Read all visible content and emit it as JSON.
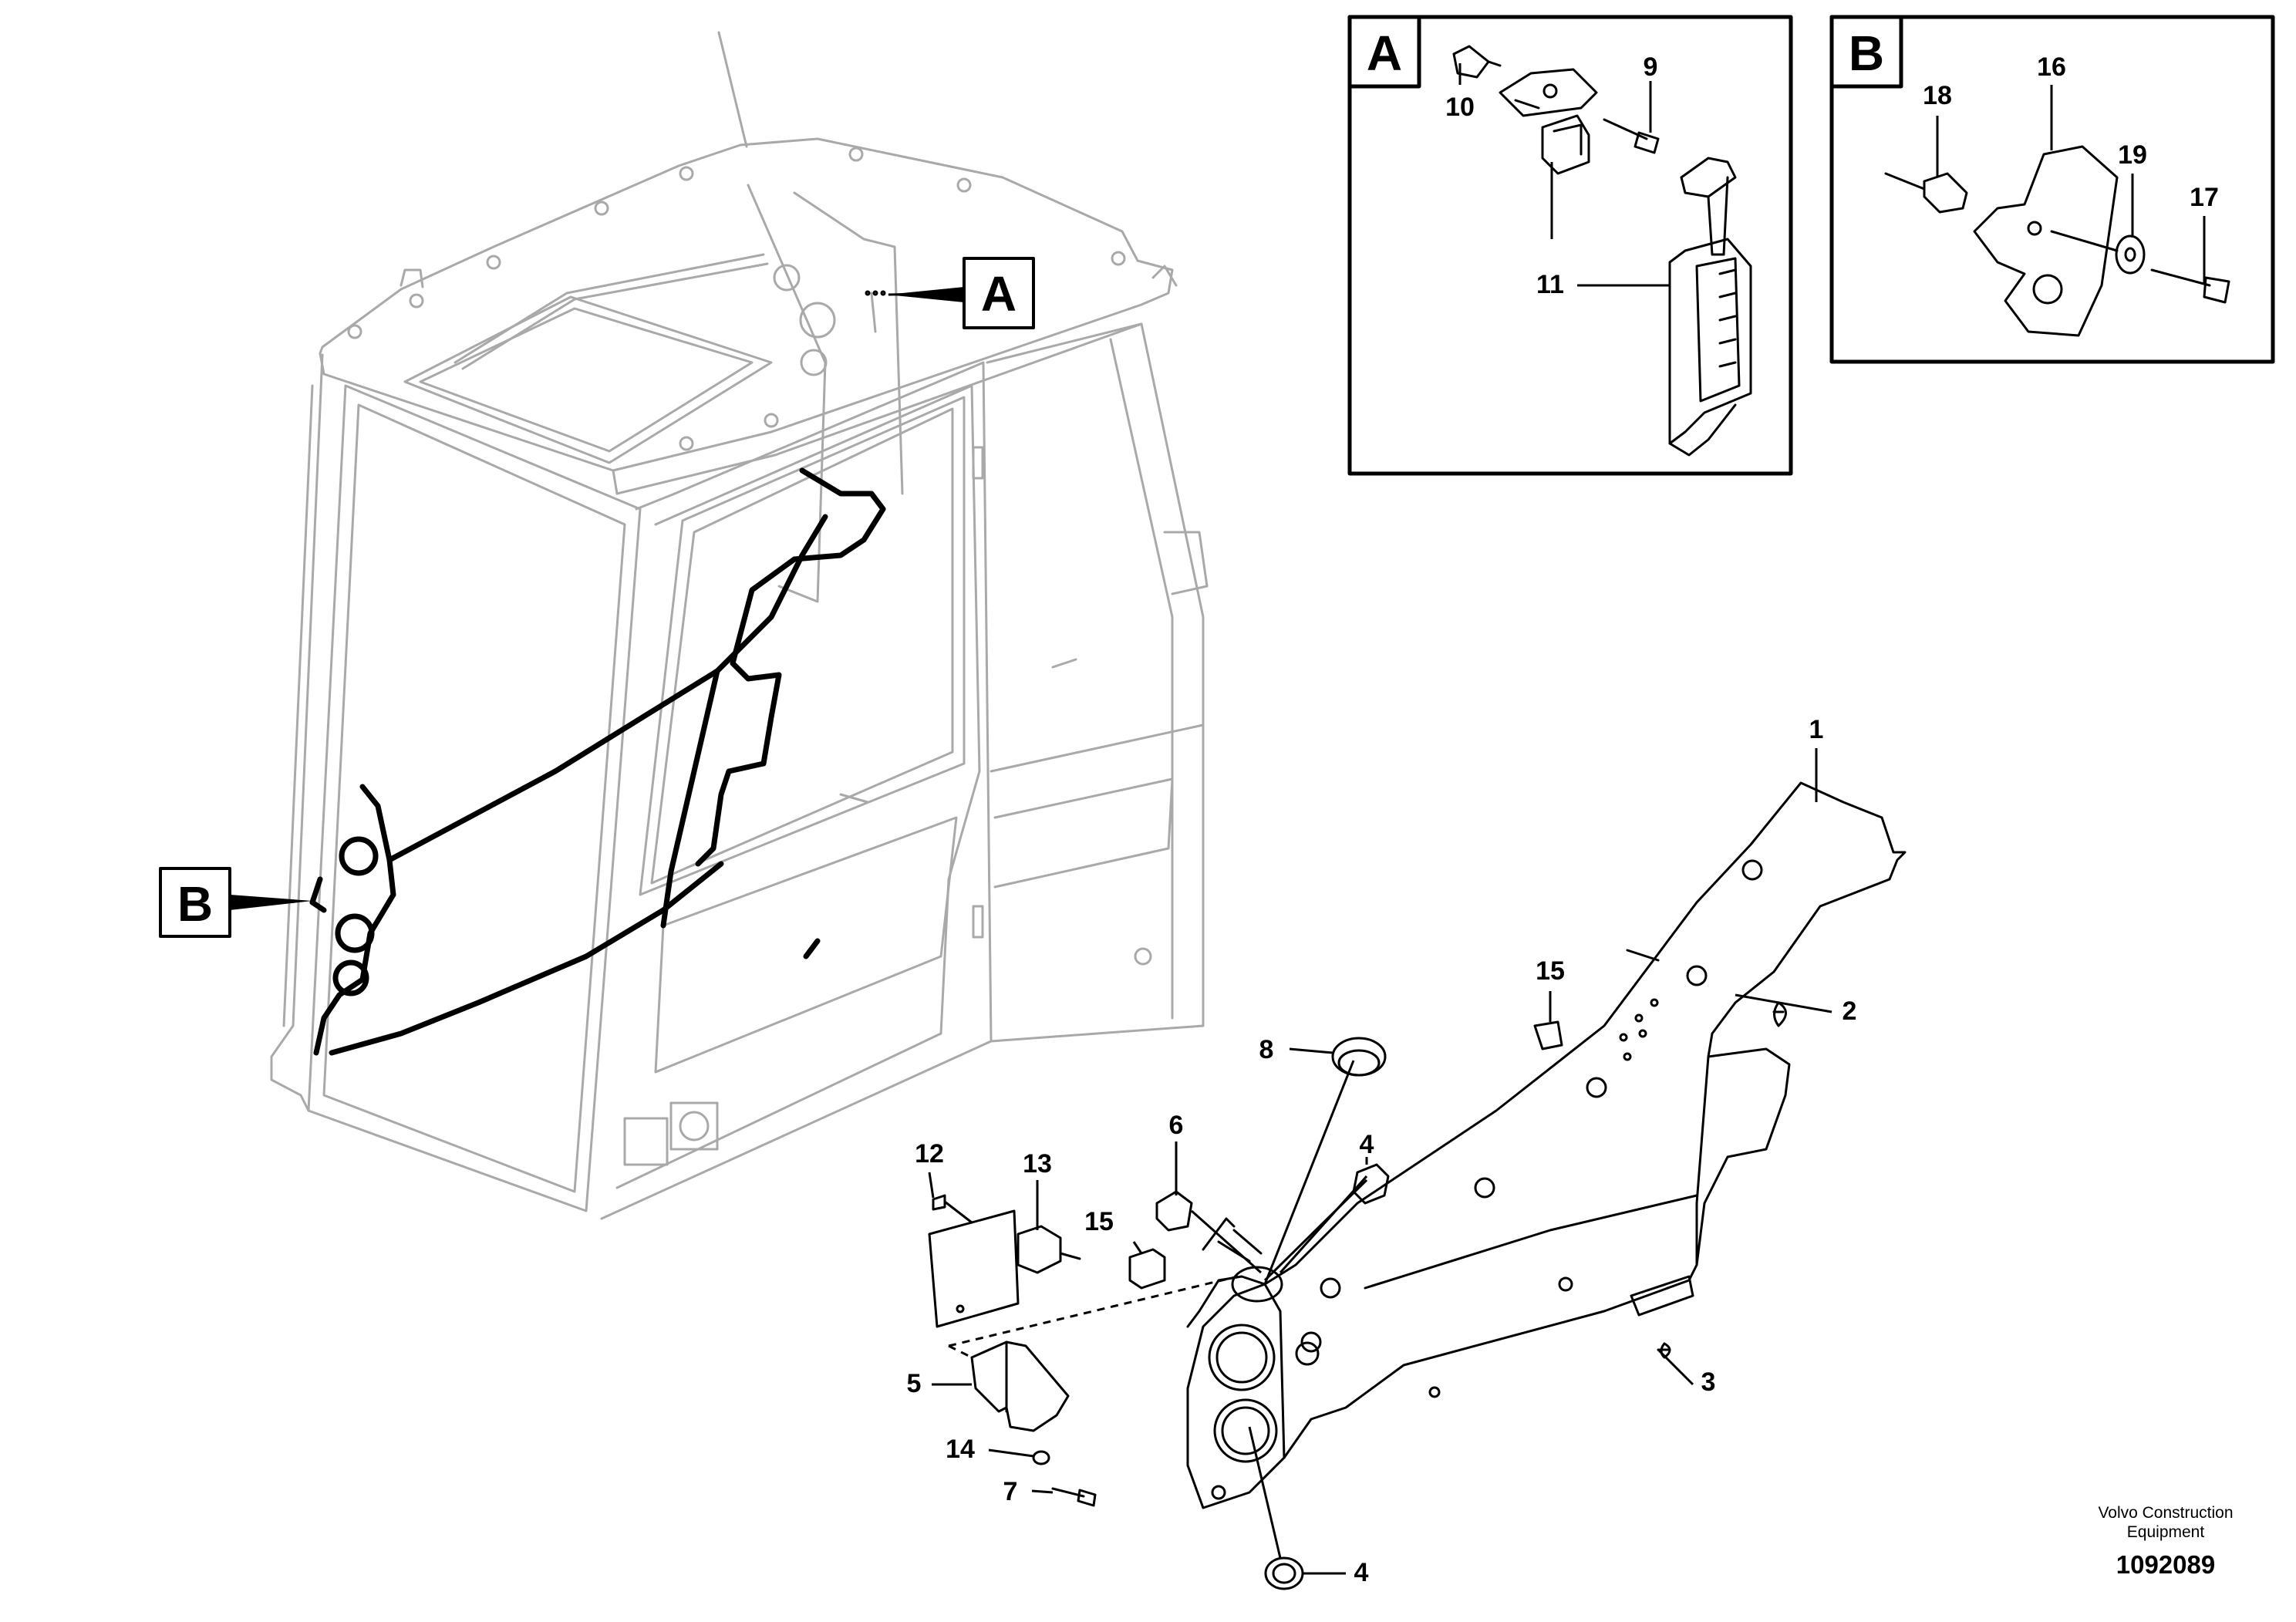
{
  "detail_boxes": {
    "A": "A",
    "B": "B"
  },
  "view_markers": {
    "A": "A",
    "B": "B"
  },
  "callouts": {
    "c1": "1",
    "c2": "2",
    "c3": "3",
    "c4a": "4",
    "c4b": "4",
    "c5": "5",
    "c6": "6",
    "c7": "7",
    "c8": "8",
    "c9": "9",
    "c10": "10",
    "c11": "11",
    "c12": "12",
    "c13": "13",
    "c14": "14",
    "c15a": "15",
    "c15b": "15",
    "c16": "16",
    "c17": "17",
    "c18": "18",
    "c19": "19"
  },
  "footer": {
    "company_line1": "Volvo Construction",
    "company_line2": "Equipment",
    "drawing_number": "1092089"
  }
}
